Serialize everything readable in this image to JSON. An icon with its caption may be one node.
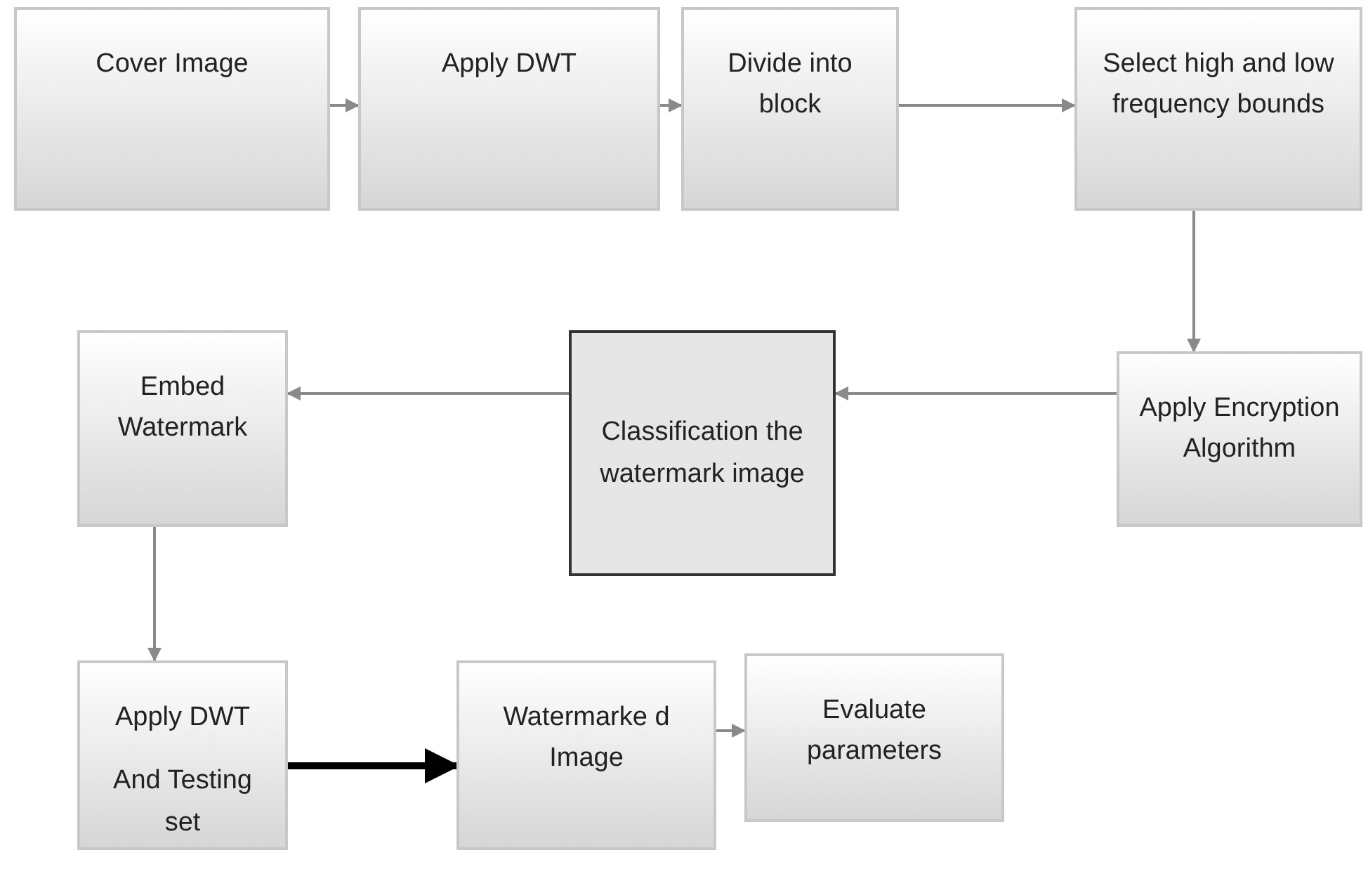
{
  "diagram": {
    "nodes": [
      {
        "text": [
          "Cover Image"
        ]
      },
      {
        "text": [
          "Apply DWT"
        ]
      },
      {
        "text": [
          "Divide into block"
        ]
      },
      {
        "text": [
          "Select high and low frequency bounds"
        ]
      },
      {
        "text": [
          "Apply Encryption Algorithm"
        ]
      },
      {
        "text": [
          "Classification the watermark image"
        ]
      },
      {
        "text": [
          "Embed Watermark"
        ]
      },
      {
        "text": [
          "Apply DWT",
          "And Testing set"
        ]
      },
      {
        "text": [
          "Watermarke d Image"
        ]
      },
      {
        "text": [
          "Evaluate parameters"
        ]
      }
    ],
    "edges": [
      {
        "from": 0,
        "to": 1,
        "arrow": "to"
      },
      {
        "from": 1,
        "to": 2,
        "arrow": "to"
      },
      {
        "from": 2,
        "to": 3,
        "arrow": "to"
      },
      {
        "from": 3,
        "to": 4,
        "arrow": "to"
      },
      {
        "from": 4,
        "to": 5,
        "arrow": "to"
      },
      {
        "from": 5,
        "to": 6,
        "arrow": "to"
      },
      {
        "from": 6,
        "to": 7,
        "arrow": "to"
      },
      {
        "from": 7,
        "to": 8,
        "arrow": "to",
        "style": "thick",
        "color": "#000000"
      },
      {
        "from": 8,
        "to": 9,
        "arrow": "to"
      }
    ]
  }
}
